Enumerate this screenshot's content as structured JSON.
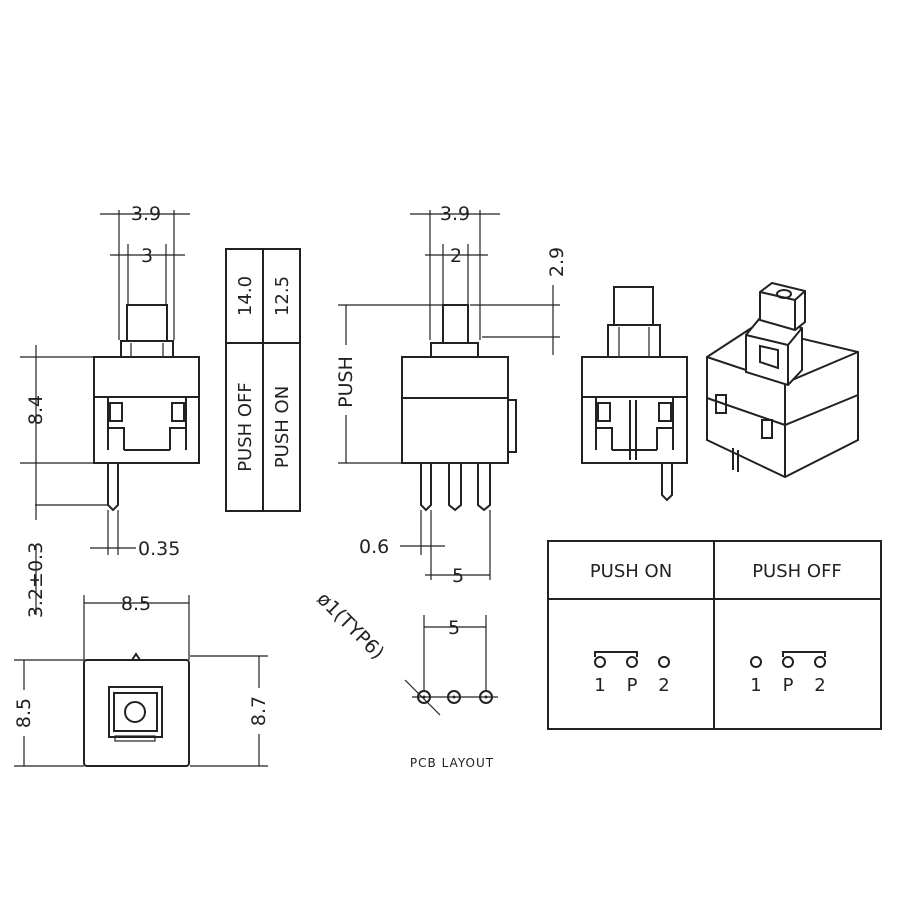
{
  "front_view": {
    "dim_overall_width": "3.9",
    "dim_stem_width": "3",
    "dim_body_height": "8.4",
    "dim_pin_length": "3.2±0.3",
    "dim_pin_thickness": "0.35"
  },
  "height_table": {
    "col1_value": "14.0",
    "col1_label": "PUSH OFF",
    "col2_value": "12.5",
    "col2_label": "PUSH ON"
  },
  "side_view": {
    "dim_overall_width": "3.9",
    "dim_stem_width": "2",
    "dim_travel": "2.9",
    "dim_push": "PUSH",
    "dim_pin_width": "0.6",
    "dim_pin_pitch": "5"
  },
  "top_view": {
    "dim_width": "8.5",
    "dim_height_left": "8.5",
    "dim_height_right": "8.7"
  },
  "pcb_layout": {
    "dim_pitch": "5",
    "dim_hole": "ø1(TYP6)",
    "caption": "PCB LAYOUT"
  },
  "schematic_table": {
    "push_on": {
      "header": "PUSH ON",
      "pins": [
        "1",
        "P",
        "2"
      ]
    },
    "push_off": {
      "header": "PUSH OFF",
      "pins": [
        "1",
        "P",
        "2"
      ]
    }
  }
}
